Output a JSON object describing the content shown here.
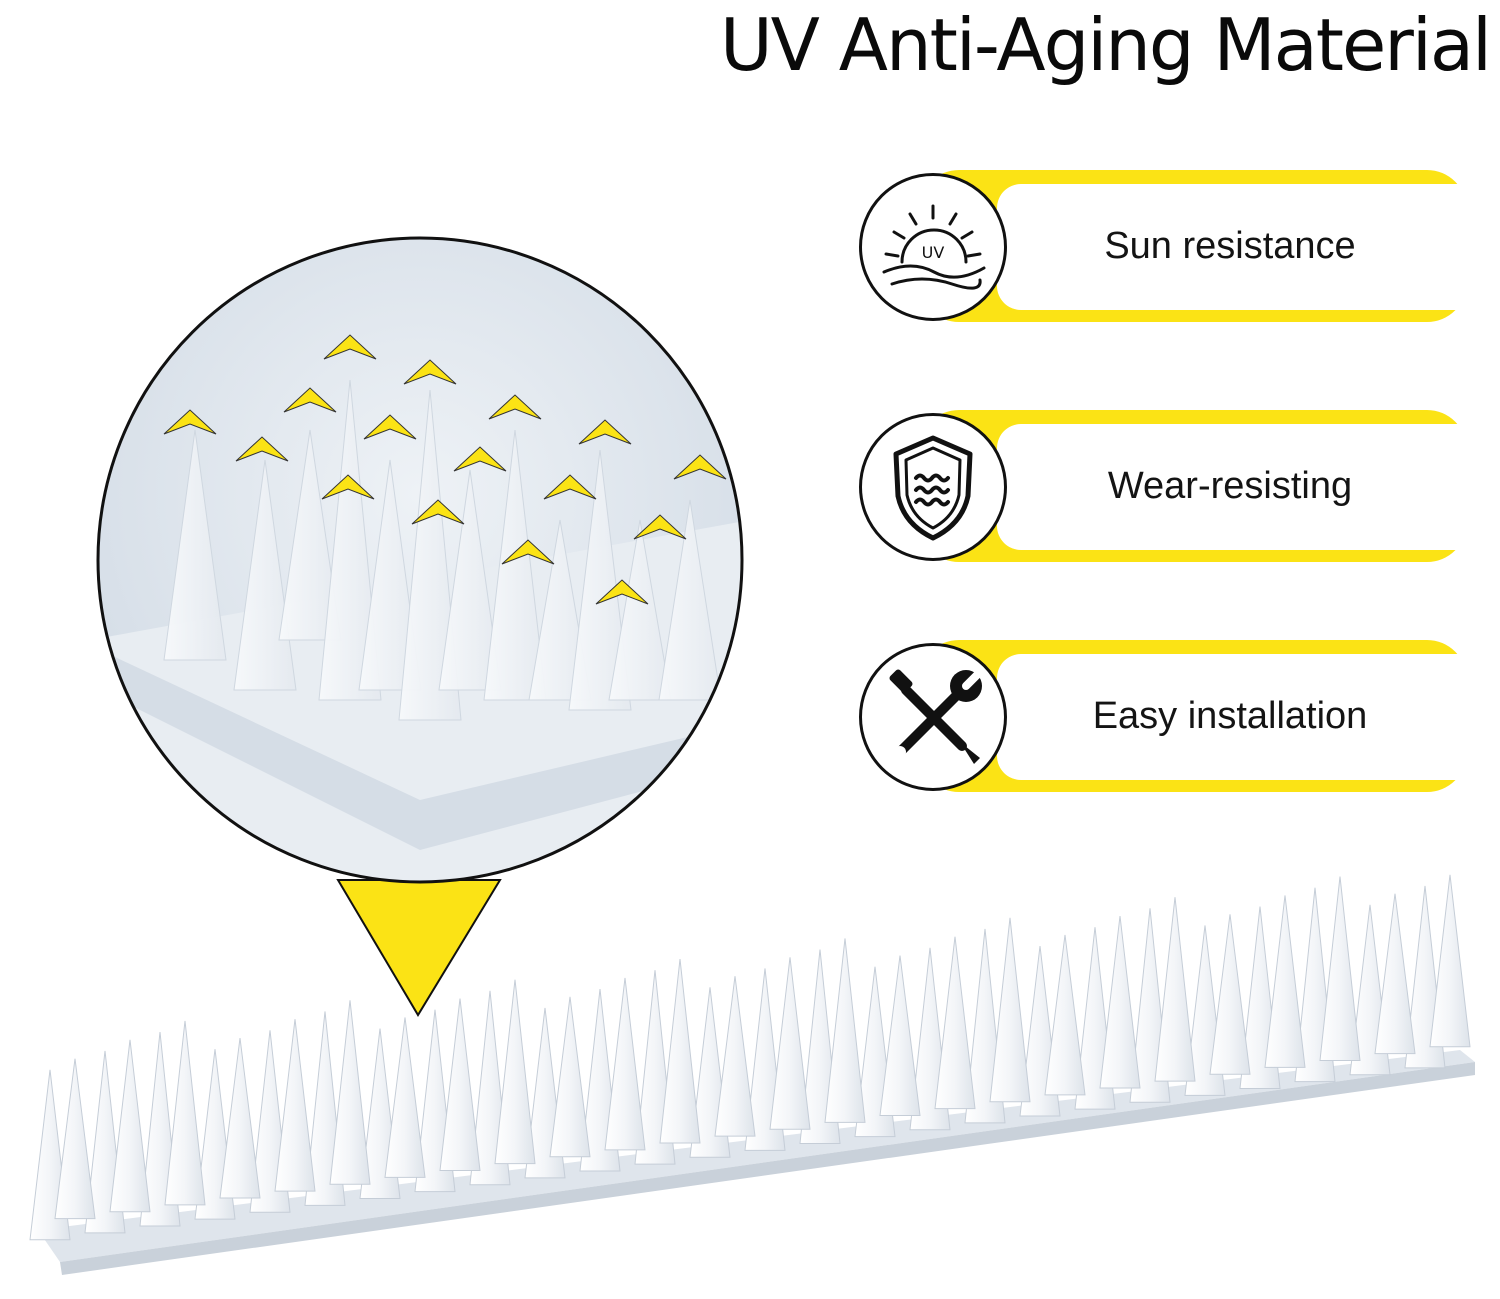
{
  "title": "UV Anti-Aging Material",
  "features": [
    {
      "label": "Sun resistance",
      "icon": "uv-sun-icon",
      "icon_text": "UV"
    },
    {
      "label": "Wear-resisting",
      "icon": "wavy-shield-icon"
    },
    {
      "label": "Easy installation",
      "icon": "wrench-screwdriver-icon"
    }
  ],
  "colors": {
    "accent": "#fbe315",
    "ink": "#111111",
    "spike": "#f0f3f8",
    "zoom_bg": "#dfe6ee"
  }
}
